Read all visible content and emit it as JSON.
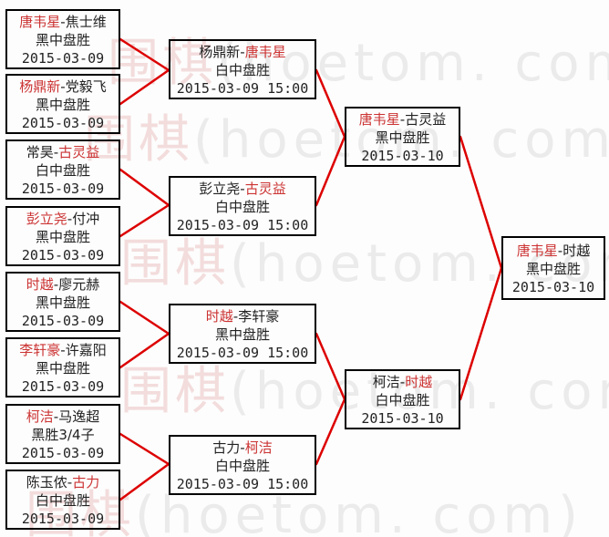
{
  "separator": "-",
  "colors": {
    "box_border": "#000000",
    "text": "#222222",
    "winner_red": "#cc3333",
    "connector_red": "#dd0000",
    "watermark_cjk": "#f3dcdc",
    "watermark_latin": "#ebebeb",
    "background": "#fdfdfd"
  },
  "watermark": {
    "cjk": "围棋",
    "latin": "(hoetom. com)"
  },
  "rounds": {
    "round1": {
      "matches": [
        {
          "p1": "唐韦星",
          "p1_color": "red",
          "p2": "焦士维",
          "p2_color": "black",
          "result": "黑中盘胜",
          "date": "2015-03-09"
        },
        {
          "p1": "杨鼎新",
          "p1_color": "red",
          "p2": "党毅飞",
          "p2_color": "black",
          "result": "黑中盘胜",
          "date": "2015-03-09"
        },
        {
          "p1": "常昊",
          "p1_color": "black",
          "p2": "古灵益",
          "p2_color": "red",
          "result": "白中盘胜",
          "date": "2015-03-09"
        },
        {
          "p1": "彭立尧",
          "p1_color": "red",
          "p2": "付冲",
          "p2_color": "black",
          "result": "黑中盘胜",
          "date": "2015-03-09"
        },
        {
          "p1": "时越",
          "p1_color": "red",
          "p2": "廖元赫",
          "p2_color": "black",
          "result": "黑中盘胜",
          "date": "2015-03-09"
        },
        {
          "p1": "李轩豪",
          "p1_color": "red",
          "p2": "许嘉阳",
          "p2_color": "black",
          "result": "黑中盘胜",
          "date": "2015-03-09"
        },
        {
          "p1": "柯洁",
          "p1_color": "red",
          "p2": "马逸超",
          "p2_color": "black",
          "result": "黑胜3/4子",
          "date": "2015-03-09"
        },
        {
          "p1": "陈玉侬",
          "p1_color": "black",
          "p2": "古力",
          "p2_color": "red",
          "result": "白中盘胜",
          "date": "2015-03-09"
        }
      ]
    },
    "round2": {
      "matches": [
        {
          "p1": "杨鼎新",
          "p1_color": "black",
          "p2": "唐韦星",
          "p2_color": "red",
          "result": "白中盘胜",
          "date": "2015-03-09 15:00"
        },
        {
          "p1": "彭立尧",
          "p1_color": "black",
          "p2": "古灵益",
          "p2_color": "red",
          "result": "白中盘胜",
          "date": "2015-03-09 15:00"
        },
        {
          "p1": "时越",
          "p1_color": "red",
          "p2": "李轩豪",
          "p2_color": "black",
          "result": "黑中盘胜",
          "date": "2015-03-09 15:00"
        },
        {
          "p1": "古力",
          "p1_color": "black",
          "p2": "柯洁",
          "p2_color": "red",
          "result": "白中盘胜",
          "date": "2015-03-09 15:00"
        }
      ]
    },
    "semifinals": {
      "matches": [
        {
          "p1": "唐韦星",
          "p1_color": "red",
          "p2": "古灵益",
          "p2_color": "black",
          "result": "黑中盘胜",
          "date": "2015-03-10"
        },
        {
          "p1": "柯洁",
          "p1_color": "black",
          "p2": "时越",
          "p2_color": "red",
          "result": "白中盘胜",
          "date": "2015-03-10"
        }
      ]
    },
    "final": {
      "matches": [
        {
          "p1": "唐韦星",
          "p1_color": "red",
          "p2": "时越",
          "p2_color": "black",
          "result": "黑中盘胜",
          "date": "2015-03-10"
        }
      ]
    }
  }
}
